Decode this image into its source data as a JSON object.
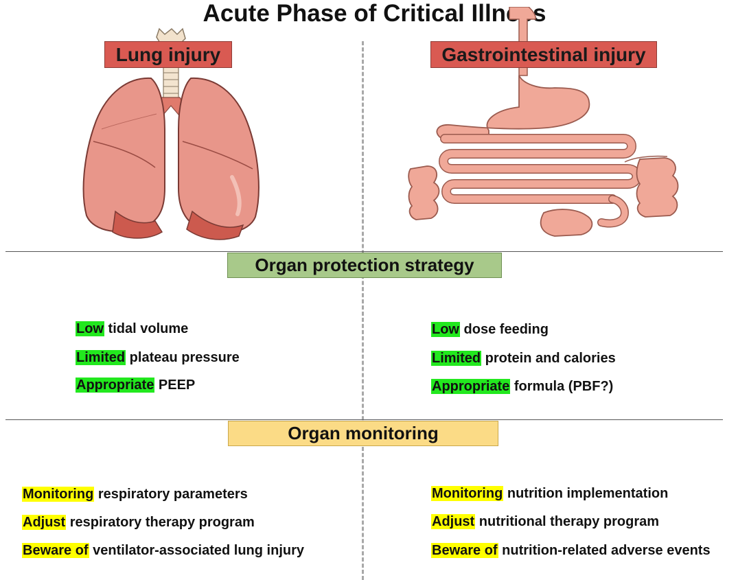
{
  "title": "Acute Phase of Critical Illness",
  "organs": {
    "left": {
      "label": "Lung injury",
      "icon": "lungs-icon"
    },
    "right": {
      "label": "Gastrointestinal injury",
      "icon": "intestine-icon"
    }
  },
  "sections": {
    "protection": {
      "title": "Organ protection strategy",
      "highlight_color": "#22e81e",
      "left": [
        {
          "key": "Low",
          "text": " tidal volume"
        },
        {
          "key": "Limited",
          "text": " plateau pressure"
        },
        {
          "key": "Appropriate",
          "text": " PEEP"
        }
      ],
      "right": [
        {
          "key": "Low",
          "text": " dose feeding"
        },
        {
          "key": "Limited",
          "text": " protein and calories"
        },
        {
          "key": "Appropriate",
          "text": " formula (PBF?)"
        }
      ]
    },
    "monitoring": {
      "title": "Organ monitoring",
      "highlight_color": "#ffff00",
      "left": [
        {
          "key": "Monitoring",
          "text": " respiratory parameters"
        },
        {
          "key": "Adjust",
          "text": " respiratory therapy program"
        },
        {
          "key": "Beware of",
          "text": " ventilator-associated lung injury"
        }
      ],
      "right": [
        {
          "key": "Monitoring",
          "text": " nutrition implementation"
        },
        {
          "key": "Adjust",
          "text": " nutritional therapy program"
        },
        {
          "key": "Beware of",
          "text": " nutrition-related adverse events"
        }
      ]
    }
  },
  "colors": {
    "organ_label": "#d95a52",
    "protection_box": "#a8c98a",
    "monitoring_box": "#fbdb86",
    "lung_tissue": "#e8968a",
    "intestine_tissue": "#f0a898"
  }
}
